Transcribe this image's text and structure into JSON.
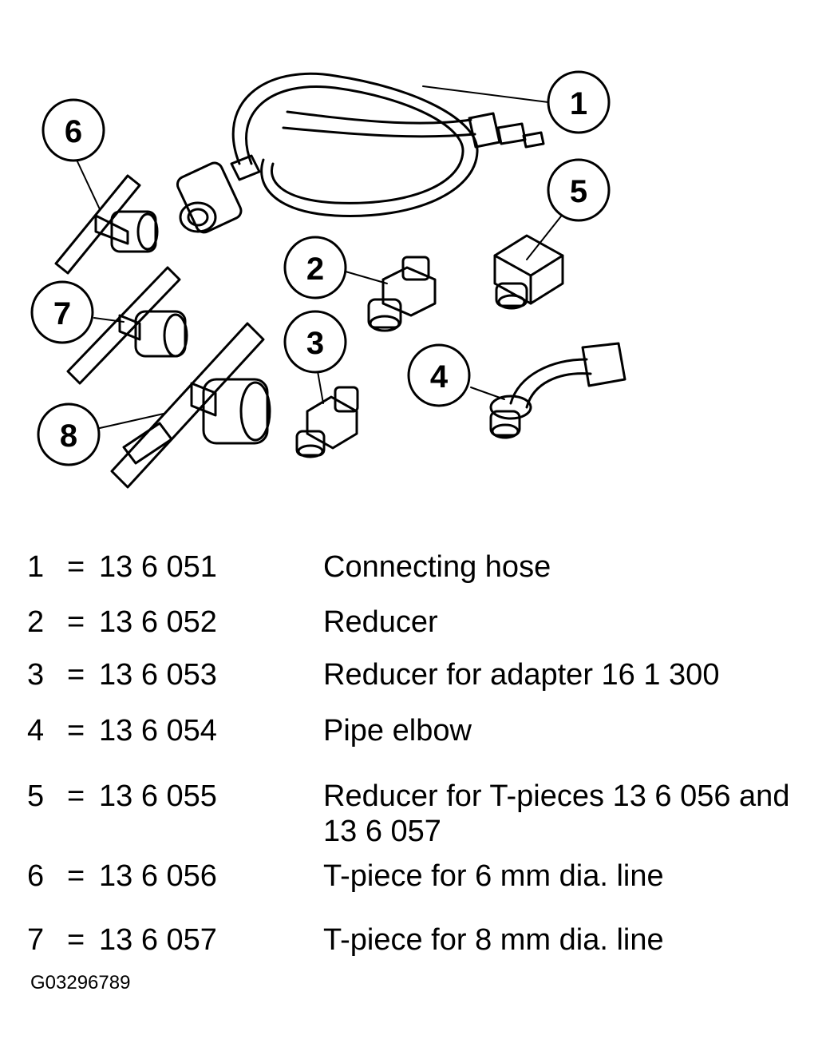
{
  "callouts": [
    "1",
    "2",
    "3",
    "4",
    "5",
    "6",
    "7",
    "8"
  ],
  "legend": [
    {
      "num": "1",
      "eq": "=",
      "code": "13 6 051",
      "desc": "Connecting hose"
    },
    {
      "num": "2",
      "eq": "=",
      "code": "13 6 052",
      "desc": "Reducer"
    },
    {
      "num": "3",
      "eq": "=",
      "code": "13 6 053",
      "desc": "Reducer for adapter 16 1 300"
    },
    {
      "num": "4",
      "eq": "=",
      "code": "13 6 054",
      "desc": "Pipe elbow"
    },
    {
      "num": "5",
      "eq": "=",
      "code": "13 6 055",
      "desc": "Reducer for T-pieces 13 6 056 and 13 6 057"
    },
    {
      "num": "6",
      "eq": "=",
      "code": "13 6 056",
      "desc": "T-piece for 6 mm dia. line"
    },
    {
      "num": "7",
      "eq": "=",
      "code": "13 6 057",
      "desc": "T-piece for 8 mm dia. line"
    }
  ],
  "figure_id": "G03296789"
}
